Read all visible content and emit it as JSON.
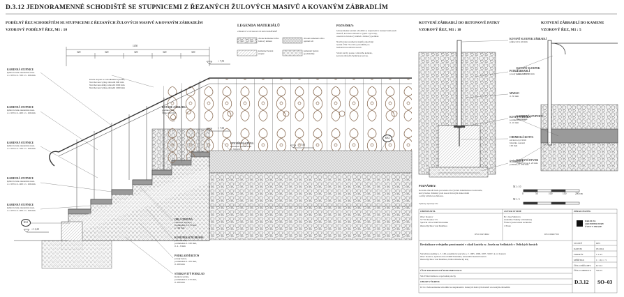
{
  "sheet": {
    "title": "D.3.12 JEDNORAMENNÉ SCHODIŠTĚ SE STUPNICEMI Z ŘEZANÝCH ŽULOVÝCH MASIVŮ A KOVANÝM ZÁBRADLÍM",
    "main_section_title": "PODÉLNÝ ŘEZ SCHODIŠTĚM SE STUPNICEMI Z ŘEZANÝCH ŽULOVÝCH MASIVŮ A KOVANÝM ZÁBRADLÍM",
    "main_section_scale": "VZOROVÝ PODÉLNÝ ŘEZ, M1 : 10",
    "legend_title": "LEGENDA MATERIÁLŮ",
    "legend_subtitle": "ZÁKRES V DETAILECH ROVNOMĚRNĚ",
    "notes_title": "POZNÁMKY:",
    "concrete_title": "KOTVENÍ ZÁBRADLÍ DO BETONOVÉ PATKY",
    "concrete_scale": "VZOROVÝ ŘEZ, M1 : 10",
    "stone_title": "KOTVENÍ ZÁBRADLÍ DO KAMENE",
    "stone_scale": "VZOROVÝ ŘEZ, M1 : 5",
    "notes_bottom_title": "POZNÁMKY:"
  },
  "dimensions": {
    "overall": "1450",
    "segments": [
      "320",
      "320",
      "320",
      "320",
      "320"
    ],
    "level_top": "+ 7,55",
    "level_bottom": "+ 11,20",
    "level_mid": "+ 7,60",
    "level_landing": "+ 7,60"
  },
  "bubbles": {
    "left": "KS1",
    "right": "KS2"
  },
  "left_labels": [
    {
      "head": "KAMENNÁ STUPNICE",
      "lines": [
        "šplhová řada zakončená tesk.",
        "d. 2 185 x b. 350 x v. 160 mm"
      ]
    },
    {
      "head": "KAMENNÁ STUPNICE",
      "lines": [
        "šplhová řada zakončená tesk.",
        "d. 2 185 x b. 400 x v. 160 mm"
      ]
    },
    {
      "head": "KAMENNÁ STUPNICE",
      "lines": [
        "šplhová řada zakončená tesk.",
        "d. 2 185 x b. 350 x v. 160 mm"
      ]
    },
    {
      "head": "KAMENNÁ STUPNICE",
      "lines": [
        "šplhová řada zakončená tesk.",
        "d. 2 185 x b. 400 x v. 160 mm"
      ]
    },
    {
      "head": "KAMENNÁ STUPNICE",
      "lines": [
        "šplhová řada zakončená tesk.",
        "d. 2 185 x b. 400 x v. 160 mm"
      ]
    }
  ],
  "top_note": [
    "Dveře stojaté se schodištěmi výsadní,",
    "Navrhované výšky zábradlí 900 mm",
    "Navrhované délky zábradlí 3200 mm",
    "Navrhovaná výška zábradlí 1000 mm"
  ],
  "mid_labels": [
    {
      "head": "KOVANÉ ZÁBRADLÍ",
      "lines": [
        "pozinkované,",
        "výška 900 mm"
      ]
    },
    {
      "head": "OTEVŘENÁ STĚNA",
      "lines": [
        "kamenná opěrná stěna",
        "tl. 300-450"
      ]
    }
  ],
  "bottom_labels": [
    {
      "head": "OBLÁ TRAVNÁ",
      "lines": [
        "kamenná stupnice,",
        "pozměněná b. 470 mm,",
        "v. 160 mm"
      ]
    },
    {
      "head": "KOMUNIKAČNÍ DRÁHA",
      "lines": [
        "pozorná drtě,",
        "pozměněná tl. 160 mm,",
        "tl. 4 - 8 mm"
      ]
    },
    {
      "head": "PODKLADNÍ BETON",
      "lines": [
        "prostý beton,",
        "pozměněná tl. 470 mm,",
        "tl. 200 mm"
      ]
    },
    {
      "head": "STERKOVITÝ PODKLAD",
      "lines": [
        "šterkové prvky,",
        "pozměněná b. 470 mm,",
        "tl. 200 mm"
      ]
    }
  ],
  "legend": [
    {
      "name": "divoké kamenné zdivo",
      "sub": "lomový kámen"
    },
    {
      "name": "kamenné řezané",
      "sub": "stupně"
    },
    {
      "name": "divoké kamenné zdivo",
      "sub": "opěrné zdi"
    },
    {
      "name": "kamenné řezané",
      "sub": "(podkladní)"
    }
  ],
  "notes_text": [
    "Jednoramenné terénní schodiště se stupnicemi z řezaných žulových",
    "masivů, kovanou zábradlí s výplní z tyčoviny,",
    "osazení na betonový základ a štěrkový podklad.",
    "",
    "Navrhované parametry stupňů odpovídají",
    "normě ČSN 73 4130 a pravidlům pro",
    "bezbariérové užívání staveb.",
    "",
    "Svislé stavby pouze z zdravého kamene,",
    "kotvení zábradlí chemickou kotvou."
  ],
  "concrete_labels": [
    {
      "head": "KOVANÝ SLOUPEK ZÁBRADLÍ",
      "lines": [
        "průřez 40 x 40 mm"
      ]
    },
    {
      "head": "PATKA",
      "lines": [
        "prostý beton C20/25"
      ]
    },
    {
      "head": "MADLO",
      "lines": [
        "tl. 50 mm"
      ]
    },
    {
      "head": "KOTEVNÍ DESKA",
      "lines": [
        "pozinkovaná ocel",
        "tl. 10 mm"
      ]
    },
    {
      "head": "CHEMICKÁ KOTVA",
      "lines": [
        "závitová tyč M10",
        "hloubka osazení",
        "100 mm"
      ]
    },
    {
      "head": "ŠTĚRKOVÝ",
      "lines": [
        "podklad, tl. 150 mm"
      ]
    }
  ],
  "stone_labels": [
    {
      "head": "KOVANÝ SLOUPEK ZÁBRADLÍ",
      "lines": [
        "průřez 40 x 40 mm"
      ]
    },
    {
      "head": "KAMENNÁ STUPNICE",
      "lines": [
        "žula řezaná"
      ]
    },
    {
      "head": "KOTEVNÍ OTVOR",
      "lines": [
        "vrtaný otvor d. 20 mm"
      ]
    }
  ],
  "bottom_note": [
    "Kotvení zábradlí bude provedeno dle výrobní dokumentace dodavatele,",
    "kotvy budou chráněny proti korozi žárovým zinkováním",
    "a zality zálivkovou hmotou."
  ],
  "bottom_note_small": "Výkresy zpracují: dle",
  "scale_bars": {
    "m10": "M1 : 10",
    "m5": "M1 : 5",
    "ticks": [
      "0",
      "50",
      "100",
      "150",
      "200 cm"
    ]
  },
  "title_block": {
    "col1_head": "OBJEDNATEL",
    "col2_head": "AUTOR STUDIE",
    "col3_head": "ZPRACOVATEL",
    "client": [
      "Obec Kounov",
      "517 92 Kounov 33",
      "Správní obvod ORP Dobruška",
      "Okres Rychnov nad Kněžnou"
    ],
    "client_ico": "IČO: 00274992",
    "author": [
      "Bc. Jana Slámová",
      "studentka Fakulty architektury",
      "České vysoké učení technické",
      "v Praze"
    ],
    "author_ico": "IČO: 68407700",
    "school_lines": [
      "FAKULTA",
      "ARCHITEKTURY",
      "ČVUT V PRAZE"
    ],
    "project_name": "Revitalizace veřejného prostranství v okolí kostela sv. Josefa na Sedloňách v Orlických horách",
    "project_detail": [
      "Stavební pozemky p. č. 148, pozemkové parcely p. č. 1005, 1006, 1007, 3160 v k. ú. Kounov",
      "Obec Kounov, správní obvod ORP Dobruška, katastrální území Kounov",
      "Okres Rychnov nad Kněžnou, Královéhradecký kraj"
    ],
    "phase_head": "ČÁST PROJEKTOVÉ DOKUMENTACE",
    "phase_value": "SO-03 Revitalizace a zpevněné plochy",
    "drawing_head": "OBSAH VÝKRESU",
    "drawing_value": "D.3.12 Jednoramenné schodiště se stupnicemi z řezaných žulových masivů a kovaným zábradlím",
    "fields": [
      {
        "k": "STUPEŇ",
        "v": "DPS"
      },
      {
        "k": "DATUM",
        "v": "05/2024"
      },
      {
        "k": "FORMÁT",
        "v": "1 x A3"
      },
      {
        "k": "MĚŘÍTKO",
        "v": "1 : 10, 1 : 5"
      },
      {
        "k": "ČÍSLO PŘÍLOHY",
        "v": "D.3.12"
      },
      {
        "k": "ČÍSLO OBJEKTU",
        "v": "SO-03"
      }
    ],
    "sheet_no": "D.3.12",
    "object_no": "SO–03"
  },
  "colors": {
    "line": "#3a3a3a",
    "stone": "#bdbdbd",
    "stone_dark": "#8e8e8e",
    "accent": "#000000"
  }
}
